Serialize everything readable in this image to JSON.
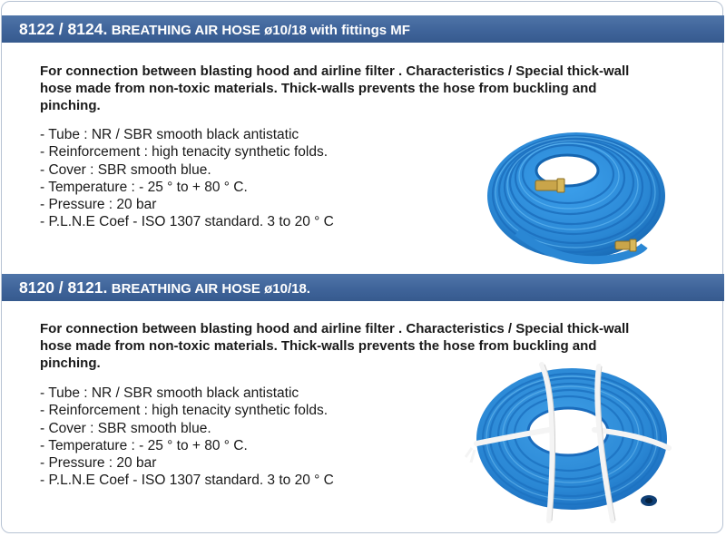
{
  "products": [
    {
      "code": "8122 / 8124.",
      "title": "BREATHING AIR HOSE ø10/18 with fittings MF",
      "description": "For connection between blasting hood and airline filter . Characteristics / Special thick-wall hose made from non-toxic materials. Thick-walls prevents the hose from buckling and pinching.",
      "specs": [
        "- Tube : NR / SBR smooth black antistatic",
        "- Reinforcement : high tenacity synthetic folds.",
        "- Cover : SBR smooth blue.",
        "- Temperature : - 25 ° to + 80 ° C.",
        "- Pressure : 20 bar",
        "- P.L.N.E Coef - ISO 1307 standard. 3 to 20 ° C"
      ],
      "image": "blue-hose-coil-with-brass-fittings"
    },
    {
      "code": "8120 / 8121.",
      "title": "BREATHING AIR HOSE ø10/18.",
      "description": "For connection between blasting hood and airline filter . Characteristics / Special thick-wall hose made from non-toxic materials. Thick-walls prevents the hose from buckling and pinching.",
      "specs": [
        "- Tube : NR / SBR smooth black antistatic",
        "- Reinforcement : high tenacity synthetic folds.",
        "- Cover : SBR smooth blue.",
        "- Temperature : - 25 ° to + 80 ° C.",
        "- Pressure : 20 bar",
        "- P.L.N.E Coef - ISO 1307 standard. 3 to 20 ° C"
      ],
      "image": "blue-hose-coil-tied-with-white-straps"
    }
  ],
  "colors": {
    "header_bar": "#3f649a",
    "hose_blue": "#2a87d4",
    "hose_dark": "#1565b0",
    "brass": "#c9a54a"
  }
}
